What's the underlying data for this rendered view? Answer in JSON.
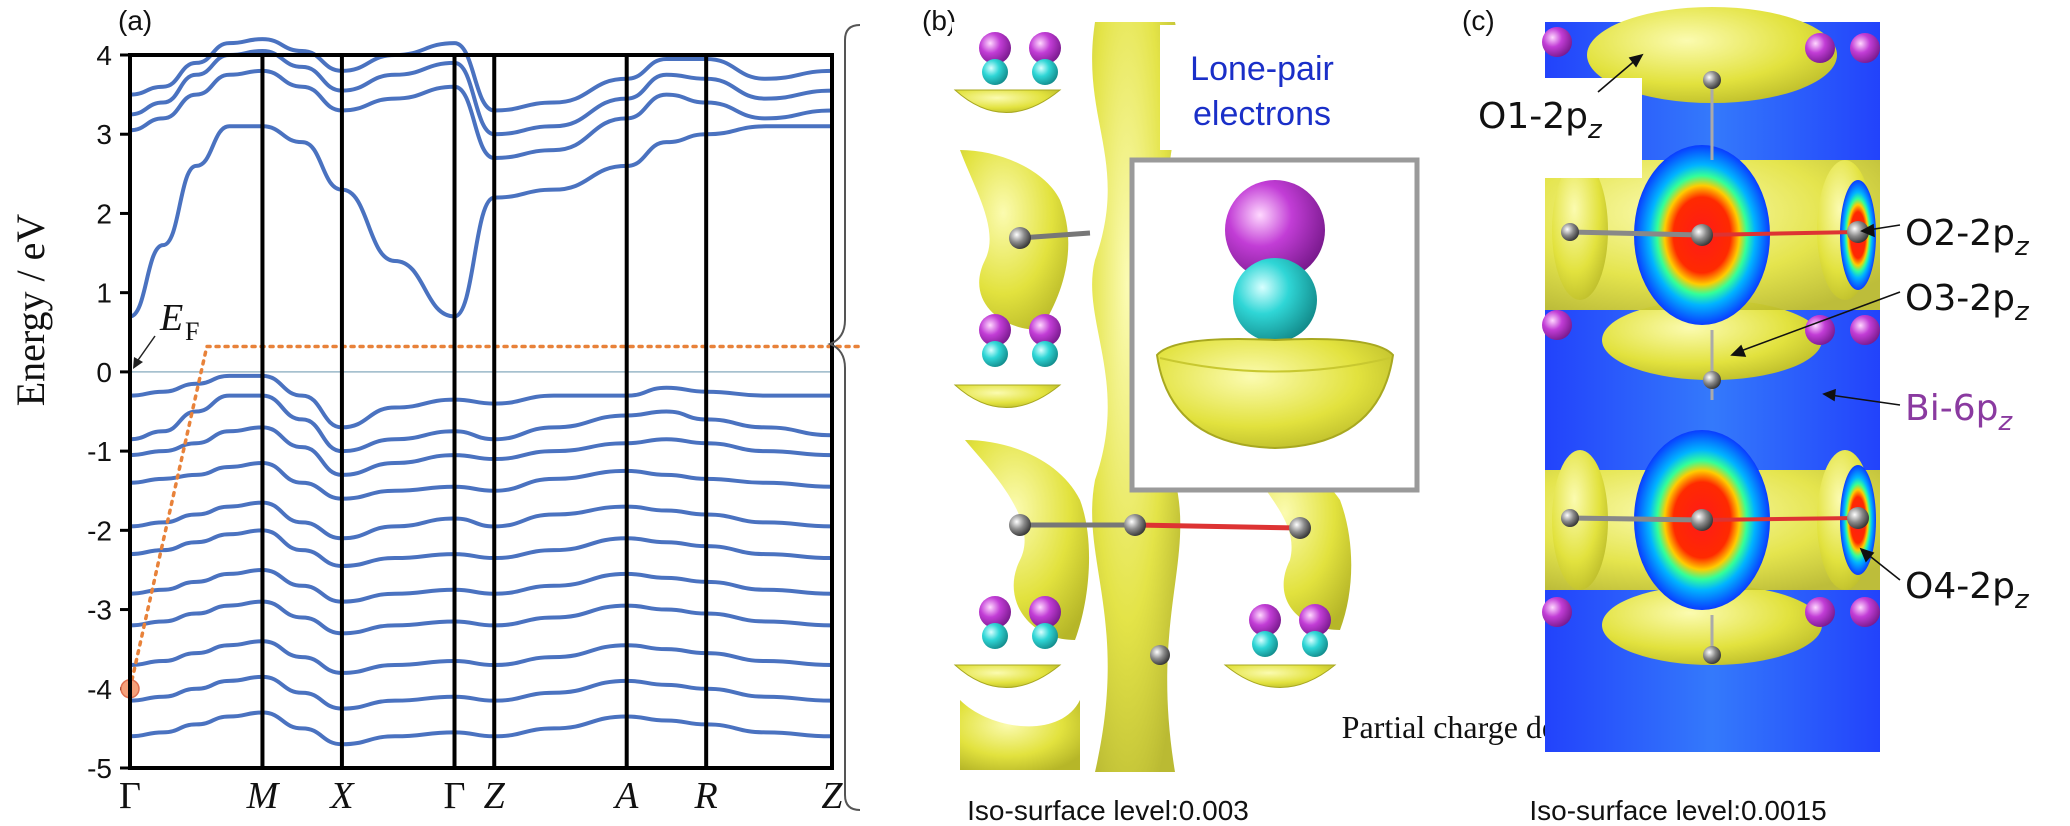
{
  "panels": {
    "a": {
      "label": "(a)"
    },
    "b": {
      "label": "(b)",
      "lone_pair_line1": "Lone-pair",
      "lone_pair_line2": "electrons",
      "charge_density": "Partial charge density",
      "iso": "Iso-surface level:0.003"
    },
    "c": {
      "label": "(c)",
      "iso": "Iso-surface level:0.0015"
    }
  },
  "orbitals": [
    {
      "base": "O1-2p",
      "sub": "z",
      "color": "#111111"
    },
    {
      "base": "O2-2p",
      "sub": "z",
      "color": "#111111"
    },
    {
      "base": "O3-2p",
      "sub": "z",
      "color": "#111111"
    },
    {
      "base": "Bi-6p",
      "sub": "z",
      "color": "#8a3aa0"
    },
    {
      "base": "O4-2p",
      "sub": "z",
      "color": "#111111"
    }
  ],
  "colors": {
    "band": "#4a72c0",
    "fermi": "#e8823a",
    "bi": "#c23dd6",
    "o": "#2fd6d6",
    "lobe": "#e8e84a"
  },
  "chart_data": {
    "type": "line",
    "ylabel": "Energy / eV",
    "ylim": [
      -5,
      4
    ],
    "yticks": [
      "4",
      "3",
      "2",
      "1",
      "0",
      "-1",
      "-2",
      "-3",
      "-4",
      "-5"
    ],
    "xticks": [
      {
        "label": "Γ",
        "italic": false,
        "pos": 0
      },
      {
        "label": "M",
        "italic": true,
        "pos": 1
      },
      {
        "label": "X",
        "italic": true,
        "pos": 1.6
      },
      {
        "label": "Γ",
        "italic": false,
        "pos": 2.45
      },
      {
        "label": "Z",
        "italic": true,
        "pos": 2.75
      },
      {
        "label": "A",
        "italic": true,
        "pos": 3.75
      },
      {
        "label": "R",
        "italic": true,
        "pos": 4.35
      },
      {
        "label": "Z",
        "italic": true,
        "pos": 5.3
      }
    ],
    "fermi_label": {
      "base": "E",
      "sub": "F"
    },
    "fermi_level": 0,
    "bands": [
      [
        [
          0,
          0.7
        ],
        [
          0.25,
          1.6
        ],
        [
          0.5,
          2.6
        ],
        [
          0.75,
          3.1
        ],
        [
          1,
          3.1
        ],
        [
          1.3,
          2.9
        ],
        [
          1.6,
          2.3
        ],
        [
          2,
          1.4
        ],
        [
          2.45,
          0.7
        ],
        [
          2.75,
          2.2
        ],
        [
          3.2,
          2.3
        ],
        [
          3.75,
          2.6
        ],
        [
          4.05,
          2.9
        ],
        [
          4.35,
          3.0
        ],
        [
          4.8,
          3.1
        ],
        [
          5.3,
          3.1
        ]
      ],
      [
        [
          0,
          3.05
        ],
        [
          0.25,
          3.2
        ],
        [
          0.5,
          3.5
        ],
        [
          0.75,
          3.75
        ],
        [
          1,
          3.8
        ],
        [
          1.3,
          3.6
        ],
        [
          1.6,
          3.3
        ],
        [
          2,
          3.45
        ],
        [
          2.45,
          3.6
        ],
        [
          2.75,
          2.7
        ],
        [
          3.2,
          2.8
        ],
        [
          3.75,
          3.2
        ],
        [
          4.05,
          3.5
        ],
        [
          4.35,
          3.4
        ],
        [
          4.8,
          3.2
        ],
        [
          5.3,
          3.3
        ]
      ],
      [
        [
          0,
          3.25
        ],
        [
          0.25,
          3.4
        ],
        [
          0.5,
          3.75
        ],
        [
          0.75,
          4.0
        ],
        [
          1,
          4.05
        ],
        [
          1.3,
          3.85
        ],
        [
          1.6,
          3.55
        ],
        [
          2,
          3.75
        ],
        [
          2.45,
          3.9
        ],
        [
          2.75,
          3.0
        ],
        [
          3.2,
          3.1
        ],
        [
          3.75,
          3.45
        ],
        [
          4.05,
          3.75
        ],
        [
          4.35,
          3.7
        ],
        [
          4.8,
          3.45
        ],
        [
          5.3,
          3.55
        ]
      ],
      [
        [
          0,
          3.5
        ],
        [
          0.25,
          3.6
        ],
        [
          0.5,
          3.9
        ],
        [
          0.75,
          4.15
        ],
        [
          1,
          4.2
        ],
        [
          1.3,
          4.05
        ],
        [
          1.6,
          3.8
        ],
        [
          2,
          4.0
        ],
        [
          2.45,
          4.15
        ],
        [
          2.75,
          3.3
        ],
        [
          3.2,
          3.4
        ],
        [
          3.75,
          3.7
        ],
        [
          4.05,
          3.95
        ],
        [
          4.35,
          3.95
        ],
        [
          4.8,
          3.7
        ],
        [
          5.3,
          3.8
        ]
      ],
      [
        [
          0,
          -0.3
        ],
        [
          0.25,
          -0.25
        ],
        [
          0.5,
          -0.15
        ],
        [
          0.75,
          -0.05
        ],
        [
          1,
          -0.05
        ],
        [
          1.3,
          -0.3
        ],
        [
          1.6,
          -0.7
        ],
        [
          2,
          -0.45
        ],
        [
          2.45,
          -0.35
        ],
        [
          2.75,
          -0.4
        ],
        [
          3.2,
          -0.3
        ],
        [
          3.75,
          -0.3
        ],
        [
          4.05,
          -0.2
        ],
        [
          4.35,
          -0.25
        ],
        [
          4.8,
          -0.3
        ],
        [
          5.3,
          -0.3
        ]
      ],
      [
        [
          0,
          -0.85
        ],
        [
          0.25,
          -0.75
        ],
        [
          0.5,
          -0.5
        ],
        [
          0.75,
          -0.3
        ],
        [
          1,
          -0.3
        ],
        [
          1.3,
          -0.6
        ],
        [
          1.6,
          -1.0
        ],
        [
          2,
          -0.85
        ],
        [
          2.45,
          -0.75
        ],
        [
          2.75,
          -0.85
        ],
        [
          3.2,
          -0.7
        ],
        [
          3.75,
          -0.55
        ],
        [
          4.05,
          -0.5
        ],
        [
          4.35,
          -0.6
        ],
        [
          4.8,
          -0.7
        ],
        [
          5.3,
          -0.8
        ]
      ],
      [
        [
          0,
          -1.05
        ],
        [
          0.25,
          -1.0
        ],
        [
          0.5,
          -0.9
        ],
        [
          0.75,
          -0.75
        ],
        [
          1,
          -0.7
        ],
        [
          1.3,
          -0.95
        ],
        [
          1.6,
          -1.3
        ],
        [
          2,
          -1.15
        ],
        [
          2.45,
          -1.05
        ],
        [
          2.75,
          -1.1
        ],
        [
          3.2,
          -1.0
        ],
        [
          3.75,
          -0.9
        ],
        [
          4.05,
          -0.85
        ],
        [
          4.35,
          -0.9
        ],
        [
          4.8,
          -1.0
        ],
        [
          5.3,
          -1.05
        ]
      ],
      [
        [
          0,
          -1.4
        ],
        [
          0.25,
          -1.35
        ],
        [
          0.5,
          -1.3
        ],
        [
          0.75,
          -1.2
        ],
        [
          1,
          -1.15
        ],
        [
          1.3,
          -1.4
        ],
        [
          1.6,
          -1.6
        ],
        [
          2,
          -1.5
        ],
        [
          2.45,
          -1.45
        ],
        [
          2.75,
          -1.5
        ],
        [
          3.2,
          -1.35
        ],
        [
          3.75,
          -1.25
        ],
        [
          4.05,
          -1.3
        ],
        [
          4.35,
          -1.35
        ],
        [
          4.8,
          -1.4
        ],
        [
          5.3,
          -1.45
        ]
      ],
      [
        [
          0,
          -1.95
        ],
        [
          0.25,
          -1.9
        ],
        [
          0.5,
          -1.8
        ],
        [
          0.75,
          -1.7
        ],
        [
          1,
          -1.65
        ],
        [
          1.3,
          -1.9
        ],
        [
          1.6,
          -2.1
        ],
        [
          2,
          -1.95
        ],
        [
          2.45,
          -1.85
        ],
        [
          2.75,
          -1.95
        ],
        [
          3.2,
          -1.8
        ],
        [
          3.75,
          -1.7
        ],
        [
          4.05,
          -1.75
        ],
        [
          4.35,
          -1.8
        ],
        [
          4.8,
          -1.9
        ],
        [
          5.3,
          -1.95
        ]
      ],
      [
        [
          0,
          -2.3
        ],
        [
          0.25,
          -2.25
        ],
        [
          0.5,
          -2.15
        ],
        [
          0.75,
          -2.05
        ],
        [
          1,
          -2.0
        ],
        [
          1.3,
          -2.25
        ],
        [
          1.6,
          -2.45
        ],
        [
          2,
          -2.35
        ],
        [
          2.45,
          -2.3
        ],
        [
          2.75,
          -2.35
        ],
        [
          3.2,
          -2.25
        ],
        [
          3.75,
          -2.1
        ],
        [
          4.05,
          -2.15
        ],
        [
          4.35,
          -2.2
        ],
        [
          4.8,
          -2.3
        ],
        [
          5.3,
          -2.35
        ]
      ],
      [
        [
          0,
          -2.8
        ],
        [
          0.25,
          -2.75
        ],
        [
          0.5,
          -2.65
        ],
        [
          0.75,
          -2.55
        ],
        [
          1,
          -2.5
        ],
        [
          1.3,
          -2.7
        ],
        [
          1.6,
          -2.9
        ],
        [
          2,
          -2.8
        ],
        [
          2.45,
          -2.75
        ],
        [
          2.75,
          -2.8
        ],
        [
          3.2,
          -2.7
        ],
        [
          3.75,
          -2.55
        ],
        [
          4.05,
          -2.6
        ],
        [
          4.35,
          -2.65
        ],
        [
          4.8,
          -2.75
        ],
        [
          5.3,
          -2.8
        ]
      ],
      [
        [
          0,
          -3.2
        ],
        [
          0.25,
          -3.15
        ],
        [
          0.5,
          -3.05
        ],
        [
          0.75,
          -2.95
        ],
        [
          1,
          -2.9
        ],
        [
          1.3,
          -3.1
        ],
        [
          1.6,
          -3.3
        ],
        [
          2,
          -3.2
        ],
        [
          2.45,
          -3.15
        ],
        [
          2.75,
          -3.2
        ],
        [
          3.2,
          -3.1
        ],
        [
          3.75,
          -2.95
        ],
        [
          4.05,
          -3.0
        ],
        [
          4.35,
          -3.05
        ],
        [
          4.8,
          -3.15
        ],
        [
          5.3,
          -3.2
        ]
      ],
      [
        [
          0,
          -3.7
        ],
        [
          0.25,
          -3.65
        ],
        [
          0.5,
          -3.55
        ],
        [
          0.75,
          -3.45
        ],
        [
          1,
          -3.4
        ],
        [
          1.3,
          -3.6
        ],
        [
          1.6,
          -3.8
        ],
        [
          2,
          -3.7
        ],
        [
          2.45,
          -3.65
        ],
        [
          2.75,
          -3.7
        ],
        [
          3.2,
          -3.6
        ],
        [
          3.75,
          -3.45
        ],
        [
          4.05,
          -3.5
        ],
        [
          4.35,
          -3.55
        ],
        [
          4.8,
          -3.65
        ],
        [
          5.3,
          -3.7
        ]
      ],
      [
        [
          0,
          -4.15
        ],
        [
          0.25,
          -4.1
        ],
        [
          0.5,
          -4.0
        ],
        [
          0.75,
          -3.9
        ],
        [
          1,
          -3.85
        ],
        [
          1.3,
          -4.05
        ],
        [
          1.6,
          -4.25
        ],
        [
          2,
          -4.15
        ],
        [
          2.45,
          -4.1
        ],
        [
          2.75,
          -4.15
        ],
        [
          3.2,
          -4.05
        ],
        [
          3.75,
          -3.9
        ],
        [
          4.05,
          -3.95
        ],
        [
          4.35,
          -4.0
        ],
        [
          4.8,
          -4.1
        ],
        [
          5.3,
          -4.15
        ]
      ],
      [
        [
          0,
          -4.6
        ],
        [
          0.25,
          -4.55
        ],
        [
          0.5,
          -4.45
        ],
        [
          0.75,
          -4.35
        ],
        [
          1,
          -4.3
        ],
        [
          1.3,
          -4.5
        ],
        [
          1.6,
          -4.7
        ],
        [
          2,
          -4.6
        ],
        [
          2.45,
          -4.55
        ],
        [
          2.75,
          -4.6
        ],
        [
          3.2,
          -4.5
        ],
        [
          3.75,
          -4.35
        ],
        [
          4.05,
          -4.4
        ],
        [
          4.35,
          -4.45
        ],
        [
          4.8,
          -4.55
        ],
        [
          5.3,
          -4.6
        ]
      ]
    ]
  }
}
